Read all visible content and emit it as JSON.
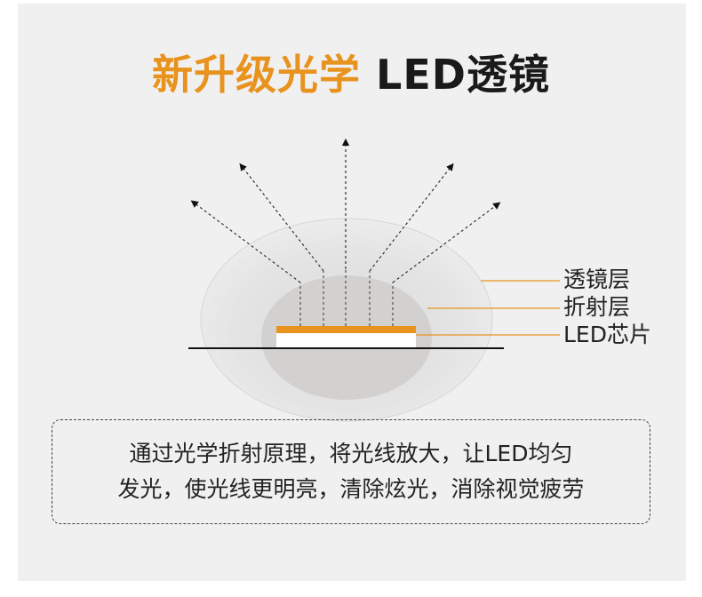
{
  "title": {
    "highlight": "新升级光学",
    "rest": "LED透镜"
  },
  "labels": {
    "lens_layer": "透镜层",
    "refraction_layer": "折射层",
    "led_chip": "LED芯片"
  },
  "description": {
    "line1": "通过光学折射原理，将光线放大，让LED均匀",
    "line2": "发光，使光线更明亮，清除炫光，消除视觉疲劳"
  },
  "colors": {
    "accent": "#e8931e",
    "text": "#1a1a1a"
  }
}
